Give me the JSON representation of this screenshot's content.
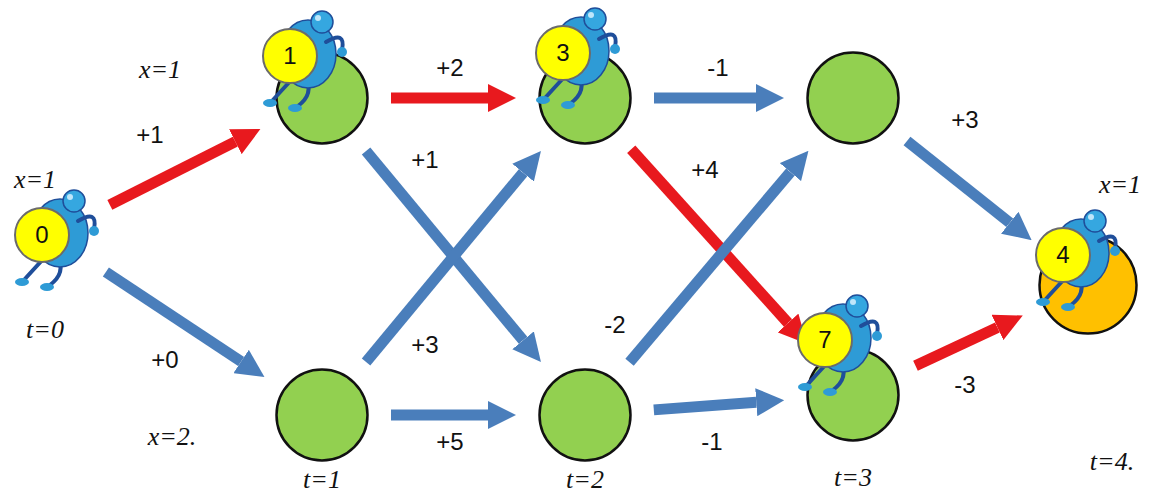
{
  "diagram": {
    "nodes": [
      {
        "text": [
          "0"
        ]
      },
      {
        "text": [
          "1"
        ]
      },
      {
        "text": []
      },
      {
        "text": [
          "3"
        ]
      },
      {
        "text": []
      },
      {
        "text": []
      },
      {
        "text": [
          "7"
        ]
      },
      {
        "text": [
          "4"
        ]
      }
    ],
    "edges": [
      {
        "from": 0,
        "to": 1,
        "arrow": "to",
        "label": "+1"
      },
      {
        "from": 0,
        "to": 2,
        "arrow": "to",
        "label": "+0"
      },
      {
        "from": 1,
        "to": 3,
        "arrow": "to",
        "label": "+2"
      },
      {
        "from": 1,
        "to": 4,
        "arrow": "to",
        "label": "+1"
      },
      {
        "from": 2,
        "to": 3,
        "arrow": "to",
        "label": "+3"
      },
      {
        "from": 2,
        "to": 4,
        "arrow": "to",
        "label": "+5"
      },
      {
        "from": 3,
        "to": 5,
        "arrow": "to",
        "label": "-1"
      },
      {
        "from": 3,
        "to": 6,
        "arrow": "to",
        "label": "+4"
      },
      {
        "from": 4,
        "to": 5,
        "arrow": "to",
        "label": "-2"
      },
      {
        "from": 4,
        "to": 6,
        "arrow": "to",
        "label": "-1"
      },
      {
        "from": 5,
        "to": 7,
        "arrow": "to",
        "label": "+3"
      },
      {
        "from": 6,
        "to": 7,
        "arrow": "to",
        "label": "-3"
      }
    ],
    "labels": [
      "x=1",
      "x=1",
      "x=1",
      "t=0",
      "x=2.",
      "t=1",
      "t=2",
      "t=3",
      "t=4."
    ]
  }
}
